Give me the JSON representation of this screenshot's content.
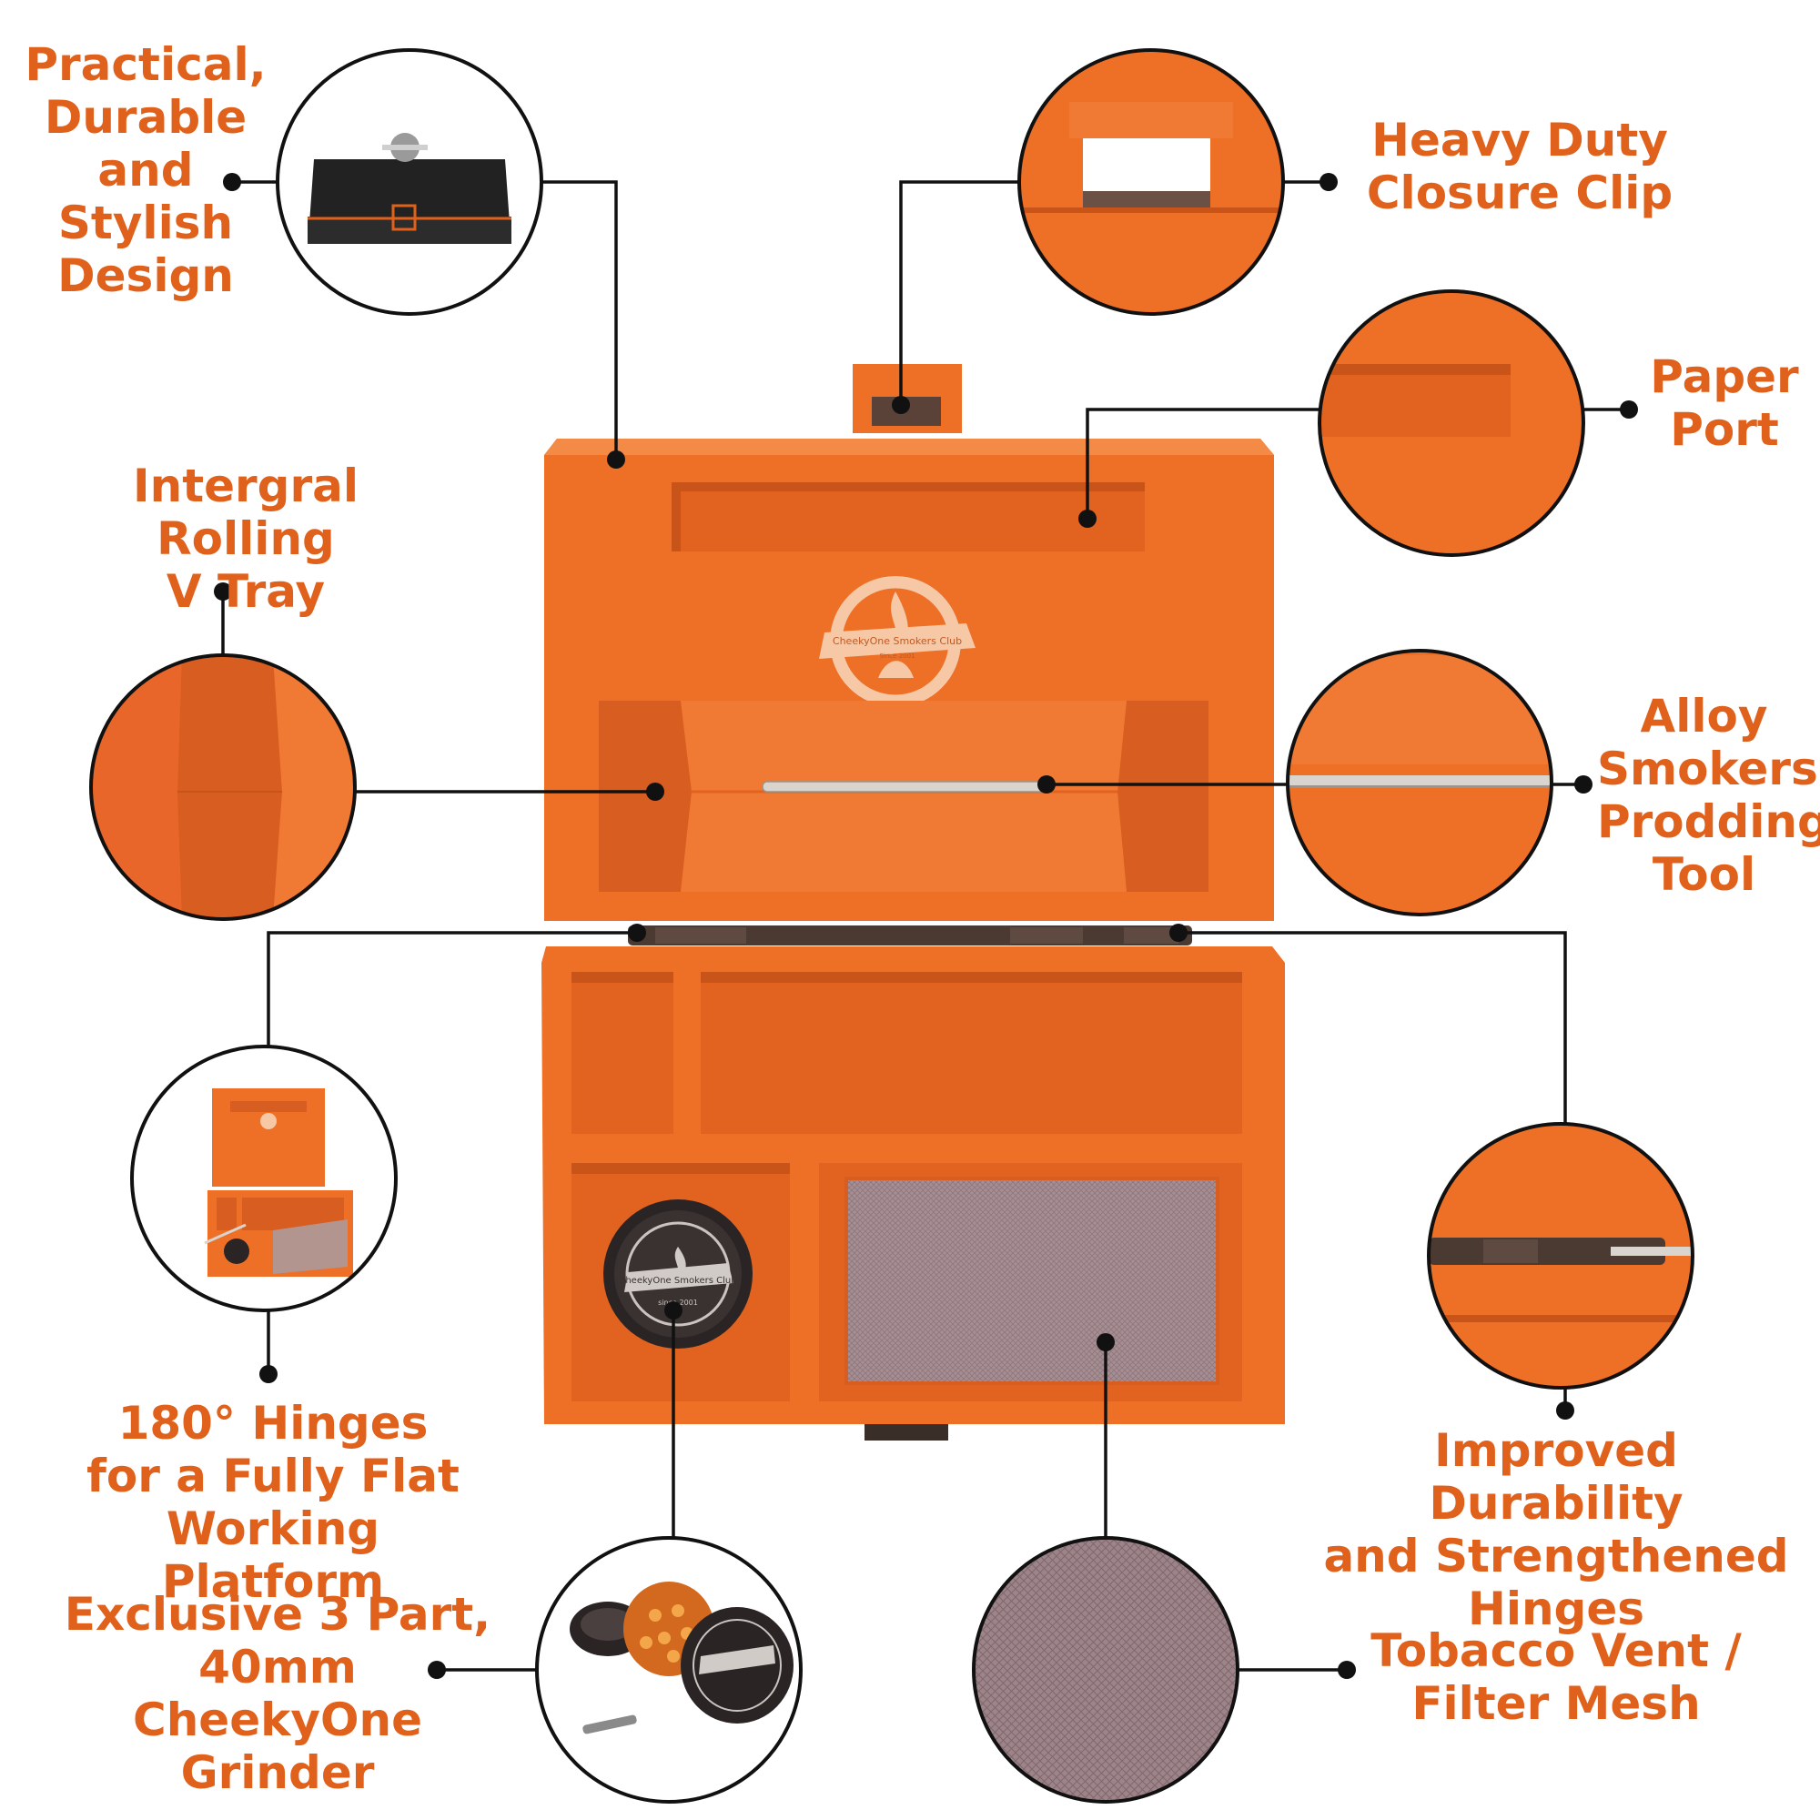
{
  "features": {
    "design": "Practical,\nDurable\nand\nStylish\nDesign",
    "clip": "Heavy Duty\nClosure Clip",
    "paper_port": "Paper\nPort",
    "rolling_tray": "Intergral Rolling\nV Tray",
    "prodding_tool": "Alloy\nSmokers\nProdding\nTool",
    "hinges_flat": "180° Hinges\nfor a Fully Flat\nWorking Platform",
    "hinges_durable": "Improved Durability\nand  Strengthened\nHinges",
    "grinder": "Exclusive 3 Part,\n40mm\nCheekyOne Grinder",
    "mesh": "Tobacco Vent /\nFilter Mesh"
  },
  "logo": {
    "name": "CheekyOne Smokers Club",
    "since": "Since 2001",
    "grinder_since": "since 2001"
  },
  "colors": {
    "accent_text": "#e0611b",
    "box_orange": "#ee6f26",
    "box_dark": "#c9541a",
    "hinge": "#4a3a32",
    "outline": "#111111"
  }
}
